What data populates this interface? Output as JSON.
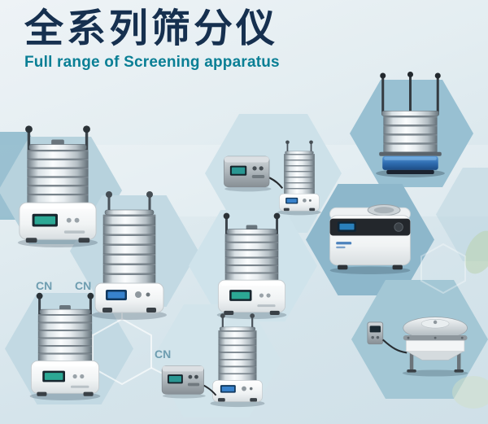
{
  "header": {
    "title_zh": "全系列筛分仪",
    "title_en": "Full range of Screening apparatus"
  },
  "palette": {
    "title_color": "#16304f",
    "subtitle_color": "#0a7f95",
    "background_top": "#eef3f6",
    "background_bottom": "#cfe0e8",
    "hex_light": "#cfe3eb",
    "hex_mid": "#b7d2dd",
    "hex_dark": "#8db7cb",
    "machine_accent_blue": "#2f6db1",
    "screen_glow_teal": "#33c9bf",
    "screen_glow_blue": "#3f8fdf"
  },
  "decor": {
    "cn_labels": [
      "CN",
      "CN",
      "CN"
    ]
  },
  "products": [
    {
      "name": "sieve-shaker"
    },
    {
      "name": "controller-box"
    },
    {
      "name": "compact-sieve-shaker"
    },
    {
      "name": "sieve-tower-blue-base"
    },
    {
      "name": "tall-sieve-shaker"
    },
    {
      "name": "sieve-shaker"
    },
    {
      "name": "benchtop-screening-machine"
    },
    {
      "name": "sieve-shaker"
    },
    {
      "name": "controller-box"
    },
    {
      "name": "multi-deck-sieve-shaker"
    },
    {
      "name": "round-vibrating-separator"
    }
  ]
}
